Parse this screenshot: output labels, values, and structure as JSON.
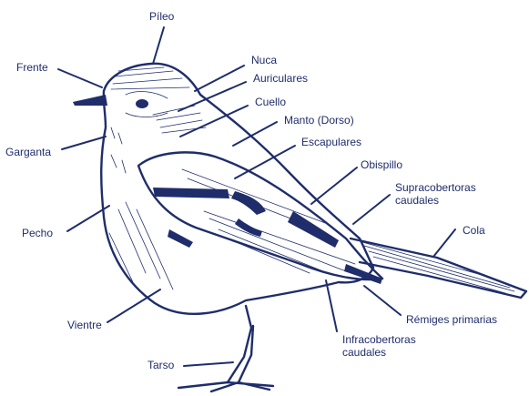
{
  "colors": {
    "ink": "#1f2d6b",
    "background": "#ffffff"
  },
  "labels": {
    "pileo": "Píleo",
    "frente": "Frente",
    "nuca": "Nuca",
    "auriculares": "Auriculares",
    "cuello": "Cuello",
    "manto": "Manto (Dorso)",
    "escapulares": "Escapulares",
    "garganta": "Garganta",
    "obispillo": "Obispillo",
    "supracobertoras_1": "Supracobertoras",
    "supracobertoras_2": "caudales",
    "cola": "Cola",
    "pecho": "Pecho",
    "remiges": "Rémiges primarias",
    "vientre": "Vientre",
    "infracobertoras_1": "Infracobertoras",
    "infracobertoras_2": "caudales",
    "tarso": "Tarso"
  }
}
